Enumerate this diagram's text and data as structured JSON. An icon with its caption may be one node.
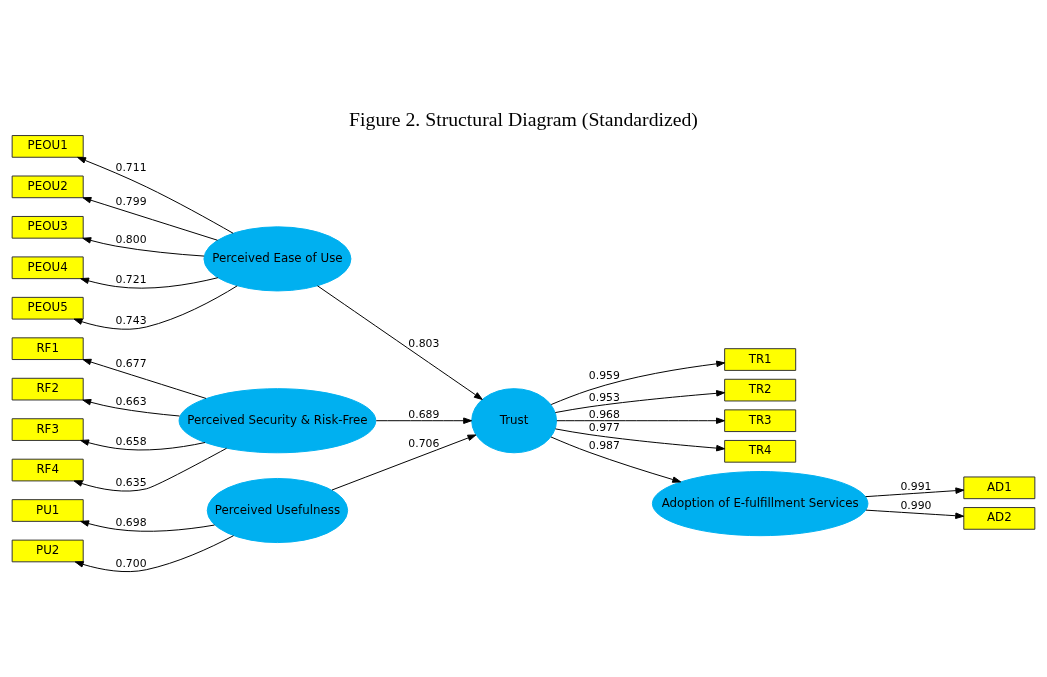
{
  "diagram": {
    "title": "Figure 2. Structural Diagram (Standardized)",
    "nodes": [
      {
        "text": [
          "Perceived Usefulness"
        ]
      },
      {
        "text": [
          "PU1"
        ]
      },
      {
        "text": [
          "PU2"
        ]
      },
      {
        "text": [
          "Perceived Ease of Use"
        ]
      },
      {
        "text": [
          "PEOU1"
        ]
      },
      {
        "text": [
          "PEOU2"
        ]
      },
      {
        "text": [
          "PEOU3"
        ]
      },
      {
        "text": [
          "PEOU4"
        ]
      },
      {
        "text": [
          "PEOU5"
        ]
      },
      {
        "text": [
          "Perceived Security & Risk-Free"
        ]
      },
      {
        "text": [
          "RF1"
        ]
      },
      {
        "text": [
          "RF2"
        ]
      },
      {
        "text": [
          "RF3"
        ]
      },
      {
        "text": [
          "RF4"
        ]
      },
      {
        "text": [
          "Trust"
        ]
      },
      {
        "text": [
          "TR1"
        ]
      },
      {
        "text": [
          "TR2"
        ]
      },
      {
        "text": [
          "TR3"
        ]
      },
      {
        "text": [
          "TR4"
        ]
      },
      {
        "text": [
          "Adoption of E-fulfillment Services"
        ]
      },
      {
        "text": [
          "AD1"
        ]
      },
      {
        "text": [
          "AD2"
        ]
      }
    ],
    "edges": [
      {
        "from": 0,
        "to": 1,
        "arrow": "to",
        "label": "0.698"
      },
      {
        "from": 0,
        "to": 2,
        "arrow": "to",
        "label": "0.700"
      },
      {
        "from": 0,
        "to": 14,
        "arrow": "to",
        "label": "0.706"
      },
      {
        "from": 3,
        "to": 4,
        "arrow": "to",
        "label": "0.711"
      },
      {
        "from": 3,
        "to": 5,
        "arrow": "to",
        "label": "0.799"
      },
      {
        "from": 3,
        "to": 6,
        "arrow": "to",
        "label": "0.800"
      },
      {
        "from": 3,
        "to": 7,
        "arrow": "to",
        "label": "0.721"
      },
      {
        "from": 3,
        "to": 8,
        "arrow": "to",
        "label": "0.743"
      },
      {
        "from": 3,
        "to": 14,
        "arrow": "to",
        "label": "0.803"
      },
      {
        "from": 9,
        "to": 10,
        "arrow": "to",
        "label": "0.677"
      },
      {
        "from": 9,
        "to": 11,
        "arrow": "to",
        "label": "0.663"
      },
      {
        "from": 9,
        "to": 12,
        "arrow": "to",
        "label": "0.658"
      },
      {
        "from": 9,
        "to": 13,
        "arrow": "to",
        "label": "0.635"
      },
      {
        "from": 9,
        "to": 14,
        "arrow": "to",
        "label": "0.689"
      },
      {
        "from": 14,
        "to": 15,
        "arrow": "to",
        "label": "0.959"
      },
      {
        "from": 14,
        "to": 16,
        "arrow": "to",
        "label": "0.953"
      },
      {
        "from": 14,
        "to": 17,
        "arrow": "to",
        "label": "0.968"
      },
      {
        "from": 14,
        "to": 18,
        "arrow": "to",
        "label": "0.977"
      },
      {
        "from": 14,
        "to": 19,
        "arrow": "to",
        "label": "0.987"
      },
      {
        "from": 19,
        "to": 20,
        "arrow": "to",
        "label": "0.991"
      },
      {
        "from": 19,
        "to": 21,
        "arrow": "to",
        "label": "0.990"
      }
    ]
  }
}
